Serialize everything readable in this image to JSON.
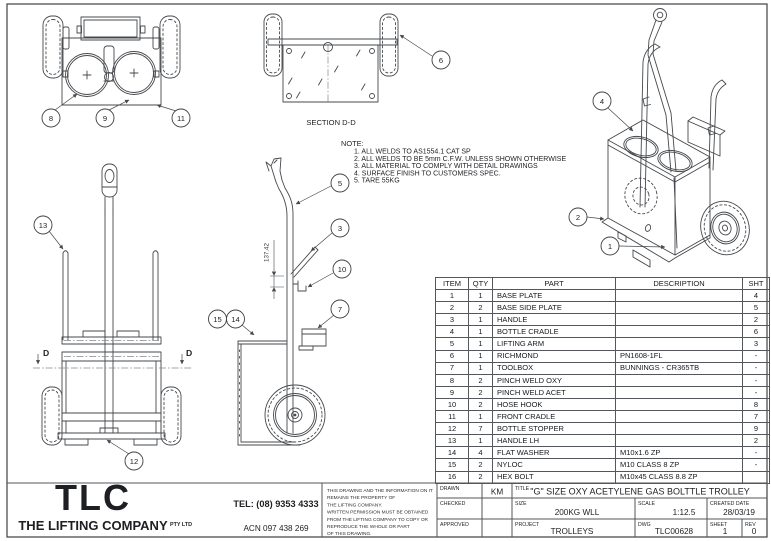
{
  "colors": {
    "line": "#45484c",
    "text": "#1d1f22",
    "background": "#ffffff"
  },
  "drawing": {
    "section_label": "SECTION D-D",
    "note_title": "NOTE:",
    "notes": [
      "1. ALL WELDS TO AS1554.1 CAT SP",
      "2. ALL WELDS TO BE 5mm C.F.W. UNLESS SHOWN OTHERWISE",
      "3. ALL MATERIAL TO COMPLY WITH DETAIL DRAWINGS",
      "4. SURFACE FINISH TO CUSTOMERS SPEC.",
      "5. TARE 55KG"
    ],
    "dimension_value": "137.42",
    "section_cut_label": "D",
    "balloons": {
      "b1": "1",
      "b2": "2",
      "b3": "3",
      "b4": "4",
      "b5": "5",
      "b6": "6",
      "b7": "7",
      "b8": "8",
      "b9": "9",
      "b10": "10",
      "b11": "11",
      "b12": "12",
      "b13": "13",
      "b14": "14",
      "b15": "15"
    }
  },
  "parts_table": {
    "headers": [
      "ITEM",
      "QTY",
      "PART",
      "DESCRIPTION",
      "SHT"
    ],
    "rows": [
      [
        "1",
        "1",
        "BASE PLATE",
        "",
        "4"
      ],
      [
        "2",
        "2",
        "BASE SIDE PLATE",
        "",
        "5"
      ],
      [
        "3",
        "1",
        "HANDLE",
        "",
        "2"
      ],
      [
        "4",
        "1",
        "BOTTLE CRADLE",
        "",
        "6"
      ],
      [
        "5",
        "1",
        "LIFTING ARM",
        "",
        "3"
      ],
      [
        "6",
        "1",
        "RICHMOND",
        "PN1608-1FL",
        "-"
      ],
      [
        "7",
        "1",
        "TOOLBOX",
        "BUNNINGS - CR365TB",
        "-"
      ],
      [
        "8",
        "2",
        "PINCH WELD OXY",
        "",
        "-"
      ],
      [
        "9",
        "2",
        "PINCH WELD ACET",
        "",
        "-"
      ],
      [
        "10",
        "2",
        "HOSE HOOK",
        "",
        "8"
      ],
      [
        "11",
        "1",
        "FRONT CRADLE",
        "",
        "7"
      ],
      [
        "12",
        "7",
        "BOTTLE STOPPER",
        "",
        "9"
      ],
      [
        "13",
        "1",
        "HANDLE LH",
        "",
        "2"
      ],
      [
        "14",
        "4",
        "FLAT WASHER",
        "M10x1.6 ZP",
        "-"
      ],
      [
        "15",
        "2",
        "NYLOC",
        "M10 CLASS 8 ZP",
        "-"
      ],
      [
        "16",
        "2",
        "HEX BOLT",
        "M10x45 CLASS 8.8 ZP",
        ""
      ]
    ]
  },
  "title_block": {
    "logo_text": "TLC",
    "company_name": "THE LIFTING COMPANY",
    "company_suffix": "PTY LTD",
    "phone": "TEL: (08) 9353 4333",
    "acn": "ACN 097 438 269",
    "disclaimer_lines": [
      "THIS DRAWING AND THE INFORMATION ON IT",
      "REMAINS THE PROPERTY OF",
      "THE LIFTING COMPANY.",
      "WRITTEN PERMISSION MUST BE OBTAINED",
      "FROM THE LIFTING COMPANY TO COPY OR",
      "REPRODUCE THE WHOLE OR PART",
      "OF THIS DRAWING."
    ],
    "drawn_label": "DRAWN",
    "drawn_value": "KM",
    "checked_label": "CHECKED",
    "approved_label": "APPROVED",
    "title_label": "TITLE",
    "title_value": "\"G\" SIZE OXY ACETYLENE GAS BOLTTLE TROLLEY",
    "size_label": "SIZE",
    "size_value": "200KG WLL",
    "scale_label": "SCALE",
    "scale_value": "1:12.5",
    "created_date_label": "CREATED DATE",
    "created_date_value": "28/03/19",
    "project_label": "PROJECT",
    "project_value": "TROLLEYS",
    "dwg_label": "DWG",
    "dwg_value": "TLC00628",
    "sheet_label": "SHEET",
    "sheet_value": "1",
    "rev_label": "REV",
    "rev_value": "0"
  }
}
